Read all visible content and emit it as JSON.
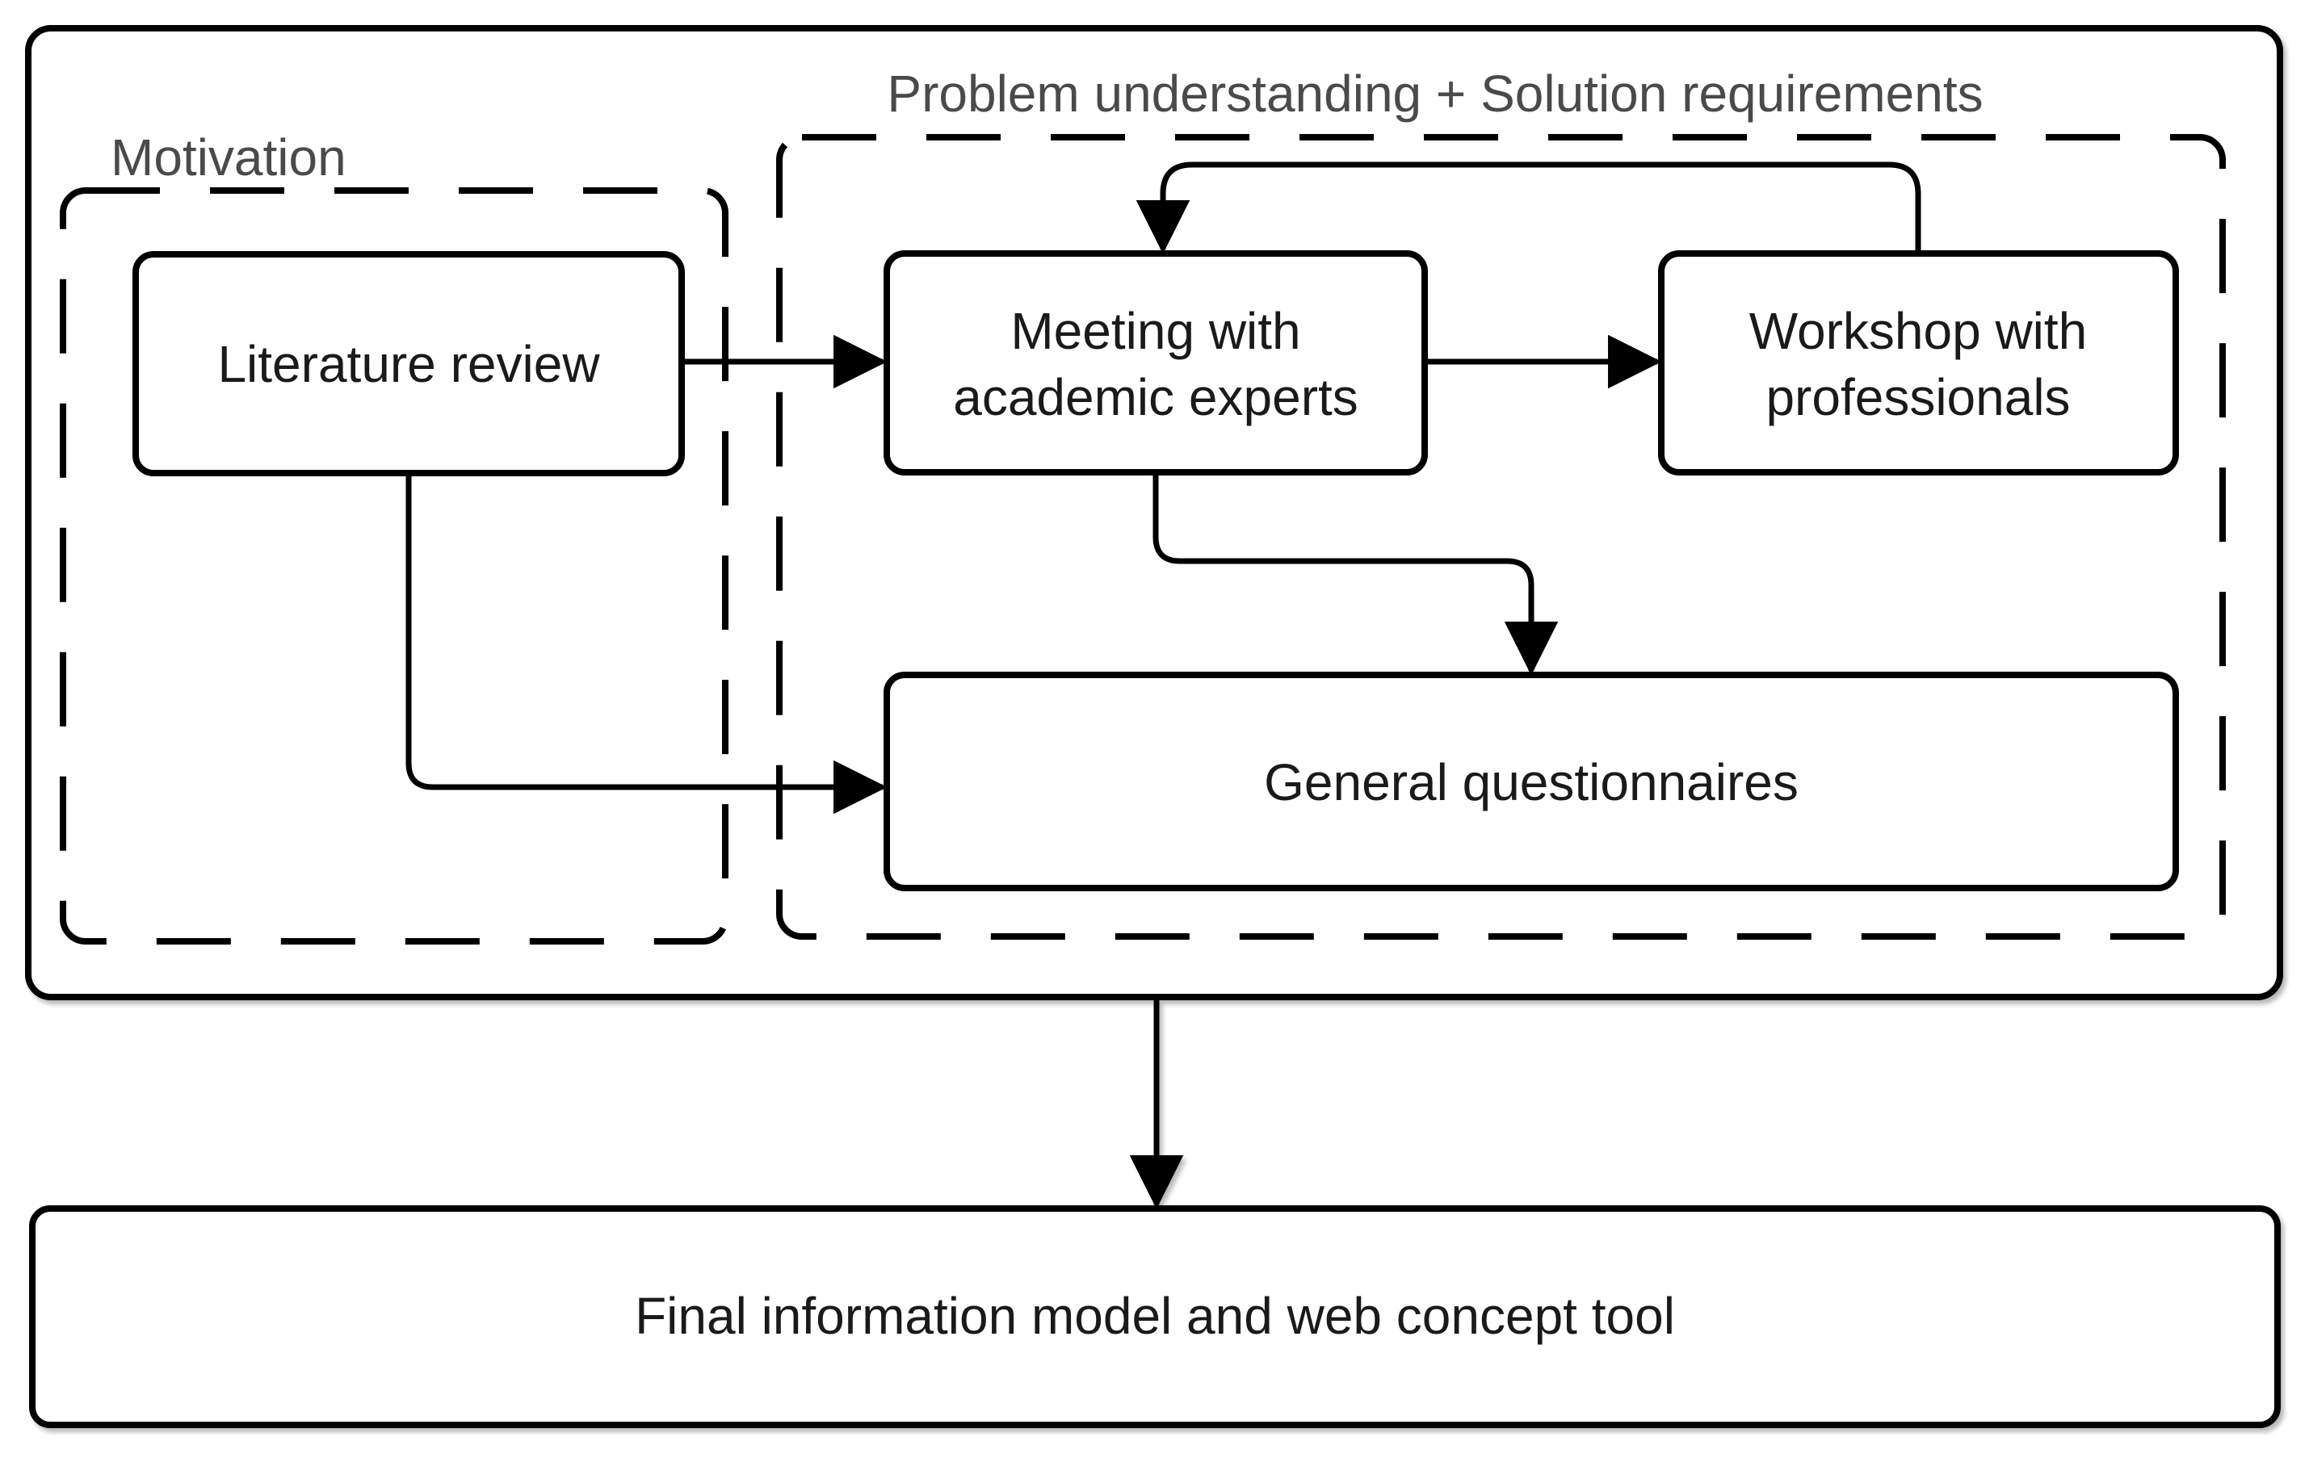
{
  "diagram": {
    "groups": {
      "motivation": {
        "label": "Motivation"
      },
      "problem_solution": {
        "label": "Problem understanding + Solution requirements"
      }
    },
    "nodes": {
      "literature": {
        "label": "Literature review"
      },
      "meeting": {
        "line1": "Meeting with",
        "line2": "academic experts"
      },
      "workshop": {
        "line1": "Workshop with",
        "line2": "professionals"
      },
      "questionnaires": {
        "label": "General questionnaires"
      },
      "final": {
        "label": "Final information model and web concept tool"
      }
    },
    "edges": [
      {
        "from": "literature",
        "to": "meeting"
      },
      {
        "from": "meeting",
        "to": "workshop"
      },
      {
        "from": "workshop",
        "to": "meeting",
        "kind": "feedback"
      },
      {
        "from": "meeting",
        "to": "questionnaires"
      },
      {
        "from": "literature",
        "to": "questionnaires"
      },
      {
        "from": "process-container",
        "to": "final"
      }
    ],
    "colors": {
      "line": "#000000",
      "group_label": "#4a4a4a",
      "node_text": "#1a1a1a",
      "background": "#ffffff"
    }
  }
}
